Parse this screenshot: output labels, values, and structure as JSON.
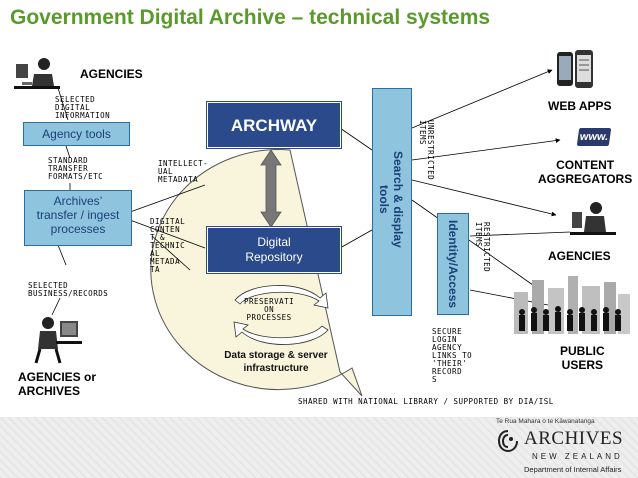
{
  "title": "Government Digital Archive – technical systems",
  "left": {
    "agencies_top": "AGENCIES",
    "selected_digital_information": "SELECTED\nDIGITAL\nINFORMATION",
    "agency_tools": "Agency tools",
    "standard_transfer_formats": "STANDARD\nTRANSFER\nFORMATS/ETC",
    "transfer_ingest": "Archives’\ntransfer / ingest\nprocesses",
    "selected_business": "SELECTED\nBUSINESS/RECORDS",
    "agencies_or_archives": "AGENCIES or\nARCHIVES"
  },
  "center": {
    "archway": "ARCHWAY",
    "intellectual_metadata": "INTELLECT-\nUAL\nMETADATA",
    "digital_content_technical_metadata": "DIGITAL\nCONTEN\nT &\nTECHNIC\nAL\nMETADA\nTA",
    "digital_repository": "Digital\nRepository",
    "preservation_processes": "PRESERVATI\nON\nPROCESSES",
    "data_storage": "Data storage & server\ninfrastructure",
    "shared_with_nlnz": "SHARED WITH NATIONAL LIBRARY / SUPPORTED BY DIA/ISL",
    "search_display": "Search & display\ntools",
    "identity_access": "Identity/Access",
    "unrestricted_items": "UNRESTRICTED\nITEMS",
    "restricted_items": "RESTRICTED\nITEMS",
    "secure_login": "SECURE\nLOGIN\nAGENCY\nLINKS TO\n'THEIR'\nRECORD\nS"
  },
  "right": {
    "web_apps": "WEB APPS",
    "content_aggregators": "CONTENT\nAGGREGATORS",
    "agencies": "AGENCIES",
    "public_users": "PUBLIC\nUSERS",
    "www_icon_text": "www."
  },
  "footer": {
    "maori_name": "Te Rua Mahara o te Kāwanatanga",
    "logo_main": "ARCHIVES",
    "logo_sub": "NEW ZEALAND",
    "department": "Department of Internal Affairs"
  },
  "colors": {
    "title_green": "#5a9a2a",
    "light_blue": "#8ec4de",
    "navy": "#2a4a8c",
    "cream": "#f8f5dc"
  }
}
